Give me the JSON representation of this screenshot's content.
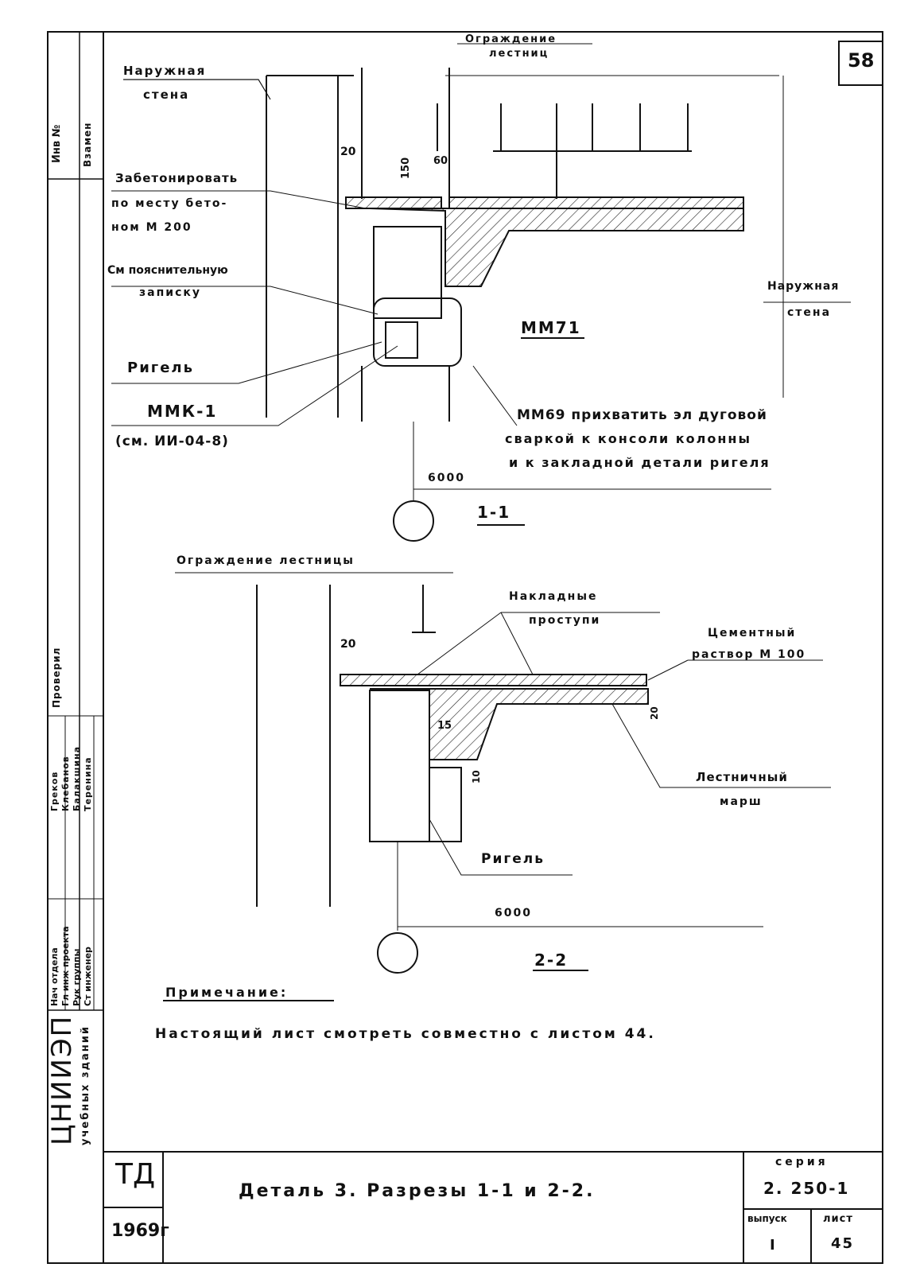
{
  "page_number": "58",
  "section_1": {
    "title": "1-1",
    "axis_dimension": "6000",
    "labels": {
      "railing": [
        "Ограждение",
        "лестниц"
      ],
      "outer_wall_left": [
        "Наружная",
        "стена"
      ],
      "concrete_note": [
        "Забетонировать",
        "по месту бето-",
        "ном М 200"
      ],
      "see_note": [
        "См пояснительную",
        "записку"
      ],
      "beam": "Ригель",
      "mmk": "ММК-1",
      "mmk_ref": "(см. ИИ-04-8)",
      "outer_wall_right": [
        "Наружная",
        "стена"
      ],
      "mm71": "ММ71",
      "weld_note": [
        "ММ69 прихватить эл дуговой",
        "сваркой к консоли колонны",
        "и к закладной детали ригеля"
      ]
    },
    "dimensions": {
      "d20": "20",
      "d150": "150",
      "d60": "60"
    }
  },
  "section_2": {
    "title": "2-2",
    "axis_dimension": "6000",
    "labels": {
      "railing": "Ограждение лестницы",
      "treads": [
        "Накладные",
        "проступи"
      ],
      "mortar": [
        "Цементный",
        "раствор М 100"
      ],
      "stair": [
        "Лестничный",
        "марш"
      ],
      "beam": "Ригель"
    },
    "dimensions": {
      "d20a": "20",
      "d20b": "20",
      "d15": "15",
      "d10": "10"
    }
  },
  "note": {
    "heading": "Примечание:",
    "text": "Настоящий лист смотреть совместно с листом 44."
  },
  "title_block": {
    "td": "ТД",
    "year": "1969г",
    "title": "Деталь 3. Разрезы 1-1 и 2-2.",
    "series_label": "серия",
    "series_value": "2. 250-1",
    "issue_label": "выпуск",
    "issue_value": "I",
    "sheet_label": "лист",
    "sheet_value": "45"
  },
  "left_margin": {
    "org": "ЦНИИЭП",
    "org_sub": "учебных зданий",
    "inv": "Инв №",
    "vzamen": "Взамен",
    "checked": "Проверил",
    "roles": [
      "Нач отдела",
      "Гл инж проекта",
      "Рук группы",
      "Ст инженер"
    ],
    "names": [
      "Греков",
      "Клебанов",
      "Балакшина",
      "Теренина"
    ]
  }
}
